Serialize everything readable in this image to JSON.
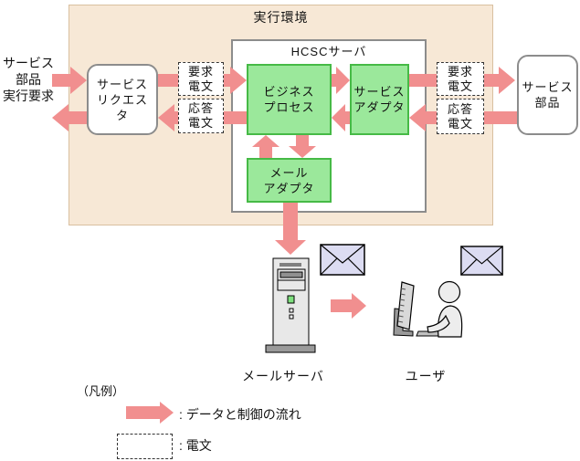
{
  "env": {
    "label": "実行環境"
  },
  "hcsc": {
    "label": "HCSCサーバ"
  },
  "left_caption": {
    "text": "サービス\n部品\n実行要求"
  },
  "nodes": {
    "service_requester": {
      "label": "サービス\nリクエス\nタ"
    },
    "business_process": {
      "label": "ビジネス\nプロセス"
    },
    "service_adapter": {
      "label": "サービス\nアダプタ"
    },
    "mail_adapter": {
      "label": "メール\nアダプタ"
    },
    "service_parts": {
      "label": "サービス\n部品"
    }
  },
  "messages": {
    "request_left": {
      "label": "要求\n電文"
    },
    "response_left": {
      "label": "応答\n電文"
    },
    "request_right": {
      "label": "要求\n電文"
    },
    "response_right": {
      "label": "応答\n電文"
    }
  },
  "bottom": {
    "mail_server_label": "メールサーバ",
    "user_label": "ユーザ",
    "icons": [
      "mail-server-icon",
      "envelope-icon",
      "user-icon",
      "envelope-icon"
    ]
  },
  "legend": {
    "title": "（凡例）",
    "flow_label": ": データと制御の流れ",
    "message_label": ": 電文"
  },
  "colors": {
    "arrow": "#F18F8F",
    "node_fill": "#9BE89B",
    "node_border": "#46BA46",
    "env_fill": "#F7E8D6",
    "env_border": "#D9C0A0",
    "box_border": "#8C8C8C",
    "envelope_fill": "#DCDCF2"
  }
}
